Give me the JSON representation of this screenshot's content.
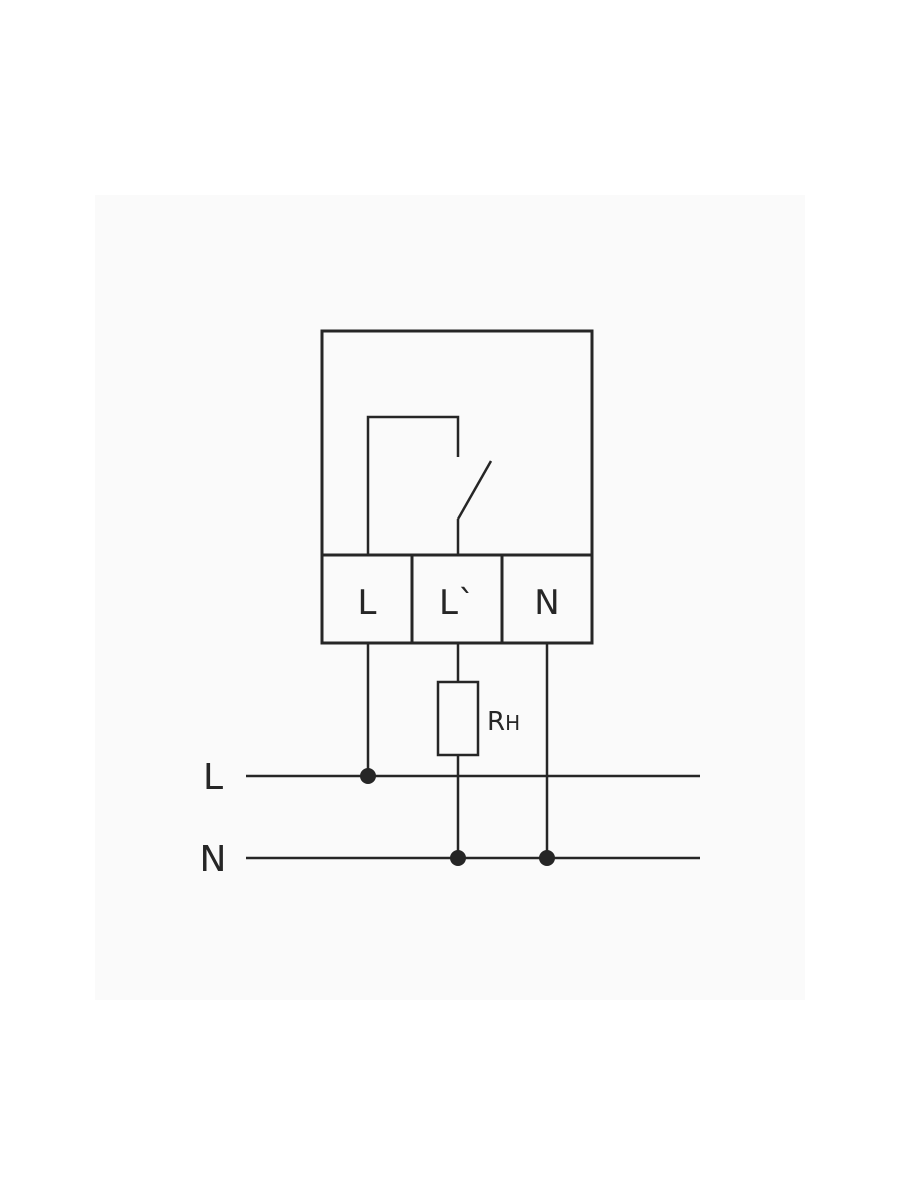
{
  "colors": {
    "background": "#ffffff",
    "panel": "#fafafa",
    "ink": "#262626"
  },
  "device": {
    "terminals": [
      {
        "label": "L"
      },
      {
        "label": "L`"
      },
      {
        "label": "N"
      }
    ]
  },
  "load": {
    "label": "R",
    "subscript": "H"
  },
  "bus": {
    "line_label": "L",
    "neutral_label": "N"
  }
}
